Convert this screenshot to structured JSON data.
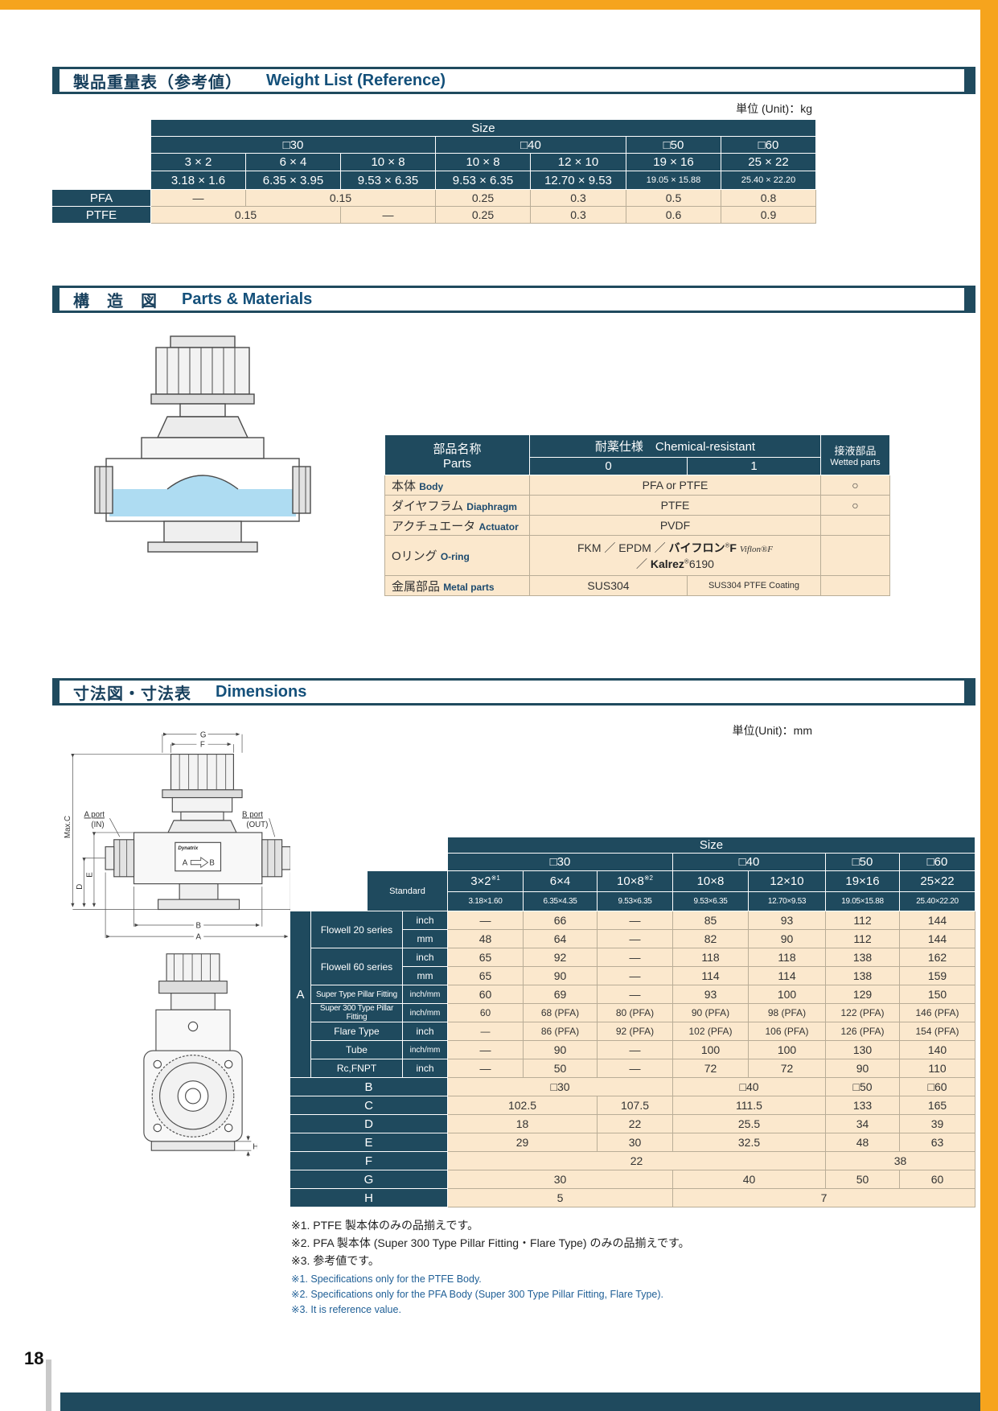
{
  "page_number": "18",
  "units": {
    "kg": "単位 (Unit)：kg",
    "mm": "単位(Unit)：mm"
  },
  "sections": {
    "weight": {
      "title_jp": "製品重量表（参考値）",
      "title_en": "Weight List (Reference)"
    },
    "parts": {
      "title_jp": "構　造　図",
      "title_en": "Parts & Materials"
    },
    "dims": {
      "title_jp": "寸法図・寸法表",
      "title_en": "Dimensions"
    }
  },
  "weight_table": {
    "size": "Size",
    "groups": [
      "□30",
      "□40",
      "□50",
      "□60"
    ],
    "sizes": [
      "3 × 2",
      "6 × 4",
      "10 × 8",
      "10 × 8",
      "12 × 10",
      "19 × 16",
      "25 × 22"
    ],
    "sizes_mm": [
      "3.18 × 1.6",
      "6.35 × 3.95",
      "9.53 × 6.35",
      "9.53 × 6.35",
      "12.70 × 9.53",
      "19.05 × 15.88",
      "25.40 × 22.20"
    ],
    "pfa": {
      "label": "PFA",
      "cells": [
        "—",
        "0.15",
        "0.25",
        "0.3",
        "0.5",
        "0.8"
      ]
    },
    "ptfe": {
      "label": "PTFE",
      "cells": [
        "0.15",
        "—",
        "0.25",
        "0.3",
        "0.6",
        "0.9"
      ]
    }
  },
  "parts_table": {
    "h_parts_jp": "部品名称",
    "h_parts_en": "Parts",
    "h_chem": "耐薬仕様　Chemical-resistant",
    "h_c0": "0",
    "h_c1": "1",
    "h_wetted_jp": "接液部品",
    "h_wetted_en": "Wetted parts",
    "body": {
      "jp": "本体",
      "en": "Body",
      "value": "PFA or PTFE",
      "wetted": "○"
    },
    "diaphragm": {
      "jp": "ダイヤフラム",
      "en": "Diaphragm",
      "value": "PTFE",
      "wetted": "○"
    },
    "actuator": {
      "jp": "アクチュエータ",
      "en": "Actuator",
      "value": "PVDF",
      "wetted": ""
    },
    "oring": {
      "jp": "Oリング",
      "en": "O-ring",
      "v1": "FKM ／ EPDM ／ ",
      "logo": "バイフロン",
      "logo_r": "®",
      "logo_f": "F",
      "viflon": "Viflon®F",
      "v2": "／ ",
      "kalrez": "Kalrez",
      "kalrez_r": "®",
      "kalrez_n": "6190",
      "wetted": ""
    },
    "metal": {
      "jp": "金属部品",
      "en": "Metal parts",
      "v0": "SUS304",
      "v1": "SUS304 PTFE Coating",
      "wetted": ""
    }
  },
  "dims_table": {
    "size": "Size",
    "standard": "Standard",
    "groups": [
      "□30",
      "□40",
      "□50",
      "□60"
    ],
    "sizes": [
      "3×2",
      "6×4",
      "10×8",
      "10×8",
      "12×10",
      "19×16",
      "25×22"
    ],
    "size_sups": [
      "※1",
      "",
      "※2",
      "",
      "",
      "",
      ""
    ],
    "sizes_mm": [
      "3.18×1.60",
      "6.35×4.35",
      "9.53×6.35",
      "9.53×6.35",
      "12.70×9.53",
      "19.05×15.88",
      "25.40×22.20"
    ],
    "a_label": "A",
    "rows": [
      {
        "name": "Flowell 20 series",
        "unit": "inch",
        "cells": [
          "—",
          "66",
          "—",
          "85",
          "93",
          "112",
          "144"
        ]
      },
      {
        "name": "",
        "unit": "mm",
        "cells": [
          "48",
          "64",
          "—",
          "82",
          "90",
          "112",
          "144"
        ]
      },
      {
        "name": "Flowell 60 series",
        "unit": "inch",
        "cells": [
          "65",
          "92",
          "—",
          "118",
          "118",
          "138",
          "162"
        ]
      },
      {
        "name": "",
        "unit": "mm",
        "cells": [
          "65",
          "90",
          "—",
          "114",
          "114",
          "138",
          "159"
        ]
      },
      {
        "name": "Super Type Pillar Fitting",
        "unit": "inch/mm",
        "cells": [
          "60",
          "69",
          "—",
          "93",
          "100",
          "129",
          "150"
        ]
      },
      {
        "name": "Super 300 Type Pillar Fitting",
        "unit": "inch/mm",
        "cells": [
          "60",
          "68 (PFA)",
          "80 (PFA)",
          "90 (PFA)",
          "98 (PFA)",
          "122 (PFA)",
          "146 (PFA)"
        ]
      },
      {
        "name": "Flare Type",
        "unit": "inch",
        "cells": [
          "—",
          "86 (PFA)",
          "92 (PFA)",
          "102 (PFA)",
          "106 (PFA)",
          "126 (PFA)",
          "154 (PFA)"
        ]
      },
      {
        "name": "Tube",
        "unit": "inch/mm",
        "cells": [
          "—",
          "90",
          "—",
          "100",
          "100",
          "130",
          "140"
        ]
      },
      {
        "name": "Rc,FNPT",
        "unit": "inch",
        "cells": [
          "—",
          "50",
          "—",
          "72",
          "72",
          "90",
          "110"
        ]
      }
    ],
    "b_row": {
      "label": "B",
      "cells": [
        "□30",
        "□40",
        "□50",
        "□60"
      ]
    },
    "c_row": {
      "label": "C",
      "cells": [
        "102.5",
        "107.5",
        "111.5",
        "133",
        "165"
      ]
    },
    "d_row": {
      "label": "D",
      "cells": [
        "18",
        "22",
        "25.5",
        "34",
        "39"
      ]
    },
    "e_row": {
      "label": "E",
      "cells": [
        "29",
        "30",
        "32.5",
        "48",
        "63"
      ]
    },
    "f_row": {
      "label": "F",
      "cells": [
        "22",
        "38"
      ]
    },
    "g_row": {
      "label": "G",
      "cells": [
        "30",
        "40",
        "50",
        "60"
      ]
    },
    "h_row": {
      "label": "H",
      "cells": [
        "5",
        "7"
      ]
    }
  },
  "footnotes": {
    "jp": [
      "※1. PTFE 製本体のみの品揃えです。",
      "※2. PFA 製本体 (Super 300 Type Pillar Fitting・Flare Type) のみの品揃えです。",
      "※3. 参考値です。"
    ],
    "en": [
      "※1. Specifications only for the PTFE Body.",
      "※2. Specifications only for the PFA Body (Super 300 Type Pillar Fitting, Flare Type).",
      "※3. It is reference value."
    ]
  },
  "drawings": {
    "g": "G",
    "f": "F",
    "maxc": "Max.C",
    "e": "E",
    "d": "D",
    "b": "B",
    "a": "A",
    "h": "H",
    "a_port": "A port",
    "a_port_sub": "(IN)",
    "b_port": "B port",
    "b_port_sub": "(OUT)",
    "flow_a": "A",
    "flow_b": "B",
    "brand": "Dynatrix"
  }
}
